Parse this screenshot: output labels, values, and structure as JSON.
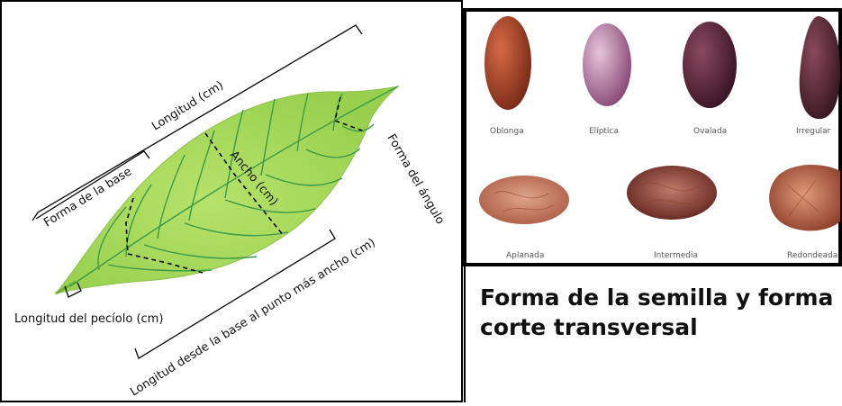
{
  "leaf_diagram": {
    "labels": {
      "longitud": "Longitud (cm)",
      "forma_base": "Forma de la base",
      "ancho": "Ancho (cm)",
      "forma_apice": "Forma del ángulo",
      "longitud_punto_ancho": "Longitud desde la base al punto más ancho (cm)",
      "longitud_peciolo": "Longitud del pecíolo (cm)"
    },
    "colors": {
      "leaf_fill": "#a9d95c",
      "vein": "#3a9a4a",
      "frame": "#000000"
    }
  },
  "seed_panel": {
    "shapes": [
      {
        "label": "Oblonga",
        "color": "#9a3a22",
        "icon": "seed-oblong-image"
      },
      {
        "label": "Elíptica",
        "color": "#b07a9e",
        "icon": "seed-elliptic-image"
      },
      {
        "label": "Ovalada",
        "color": "#5a2538",
        "icon": "seed-oval-image"
      },
      {
        "label": "Irregular",
        "color": "#5c2a35",
        "icon": "seed-irregular-image"
      }
    ],
    "sections": [
      {
        "label": "Aplanada",
        "color": "#c07a62",
        "icon": "section-flat-image"
      },
      {
        "label": "Intermedia",
        "color": "#8a3a30",
        "icon": "section-intermediate-image"
      },
      {
        "label": "Redondeada",
        "color": "#b5604a",
        "icon": "section-rounded-image"
      }
    ],
    "caption_line1": "Forma de la semilla y forma",
    "caption_line2": "corte transversal"
  }
}
